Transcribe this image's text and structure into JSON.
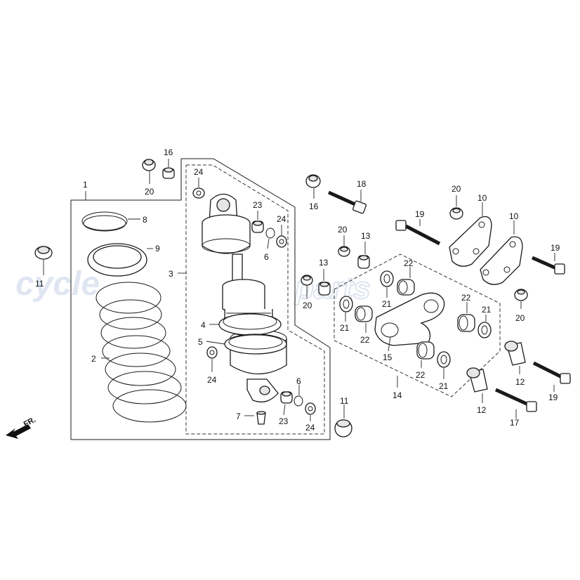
{
  "watermark": {
    "left": "cycle",
    "right": "parts"
  },
  "direction_label": "FR.",
  "callouts": {
    "c1": "1",
    "c2": "2",
    "c3": "3",
    "c4": "4",
    "c5": "5",
    "c6a": "6",
    "c6b": "6",
    "c7": "7",
    "c8": "8",
    "c9": "9",
    "c10a": "10",
    "c10b": "10",
    "c11a": "11",
    "c11b": "11",
    "c12a": "12",
    "c12b": "12",
    "c13a": "13",
    "c13b": "13",
    "c14": "14",
    "c15": "15",
    "c16a": "16",
    "c16b": "16",
    "c17": "17",
    "c18": "18",
    "c19a": "19",
    "c19b": "19",
    "c19c": "19",
    "c20a": "20",
    "c20b": "20",
    "c20c": "20",
    "c20d": "20",
    "c20e": "20",
    "c21a": "21",
    "c21b": "21",
    "c21c": "21",
    "c21d": "21",
    "c22a": "22",
    "c22b": "22",
    "c22c": "22",
    "c22d": "22",
    "c23a": "23",
    "c23b": "23",
    "c24a": "24",
    "c24b": "24",
    "c24c": "24",
    "c24d": "24"
  }
}
